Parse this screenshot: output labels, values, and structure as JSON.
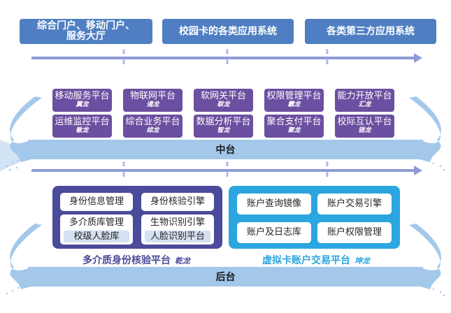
{
  "top_layer": {
    "boxes": [
      {
        "label": "综合门户、移动门户、服务大厅"
      },
      {
        "label": "校园卡的各类应用系统"
      },
      {
        "label": "各类第三方应用系统"
      }
    ],
    "connector_symbol": "⇕"
  },
  "middle_layer": {
    "title": "中台",
    "platforms": [
      {
        "name": "移动服务平台",
        "code": "翼龙"
      },
      {
        "name": "物联网平台",
        "code": "通龙"
      },
      {
        "name": "软网关平台",
        "code": "联龙"
      },
      {
        "name": "权限管理平台",
        "code": "霸龙"
      },
      {
        "name": "能力开放平台",
        "code": "汇龙"
      },
      {
        "name": "运维监控平台",
        "code": "敏龙"
      },
      {
        "name": "综合业务平台",
        "code": "综龙"
      },
      {
        "name": "数据分析平台",
        "code": "智龙"
      },
      {
        "name": "聚合支付平台",
        "code": "聚龙"
      },
      {
        "name": "校际互认平台",
        "code": "链龙"
      }
    ]
  },
  "back_layer": {
    "title": "后台",
    "left_panel": {
      "caption": "多介质身份核验平台",
      "code": "乾龙",
      "color": "#4a4b9a",
      "items": [
        {
          "label": "身份信息管理"
        },
        {
          "label": "身份核验引擎"
        },
        {
          "label": "多介质库管理",
          "sub": "校级人脸库"
        },
        {
          "label": "生物识别引擎",
          "sub": "人脸识别平台"
        }
      ]
    },
    "right_panel": {
      "caption": "虚拟卡账户交易平台",
      "code": "坤龙",
      "color": "#2ba6e0",
      "items": [
        {
          "label": "账户查询镜像"
        },
        {
          "label": "账户交易引擎"
        },
        {
          "label": "账户及日志库"
        },
        {
          "label": "账户权限管理"
        }
      ]
    }
  },
  "colors": {
    "top_box": "#4f7fc2",
    "mid_box": "#6b4fa0",
    "band": "#a3c8ea",
    "arrow": "#8e9ad6"
  }
}
